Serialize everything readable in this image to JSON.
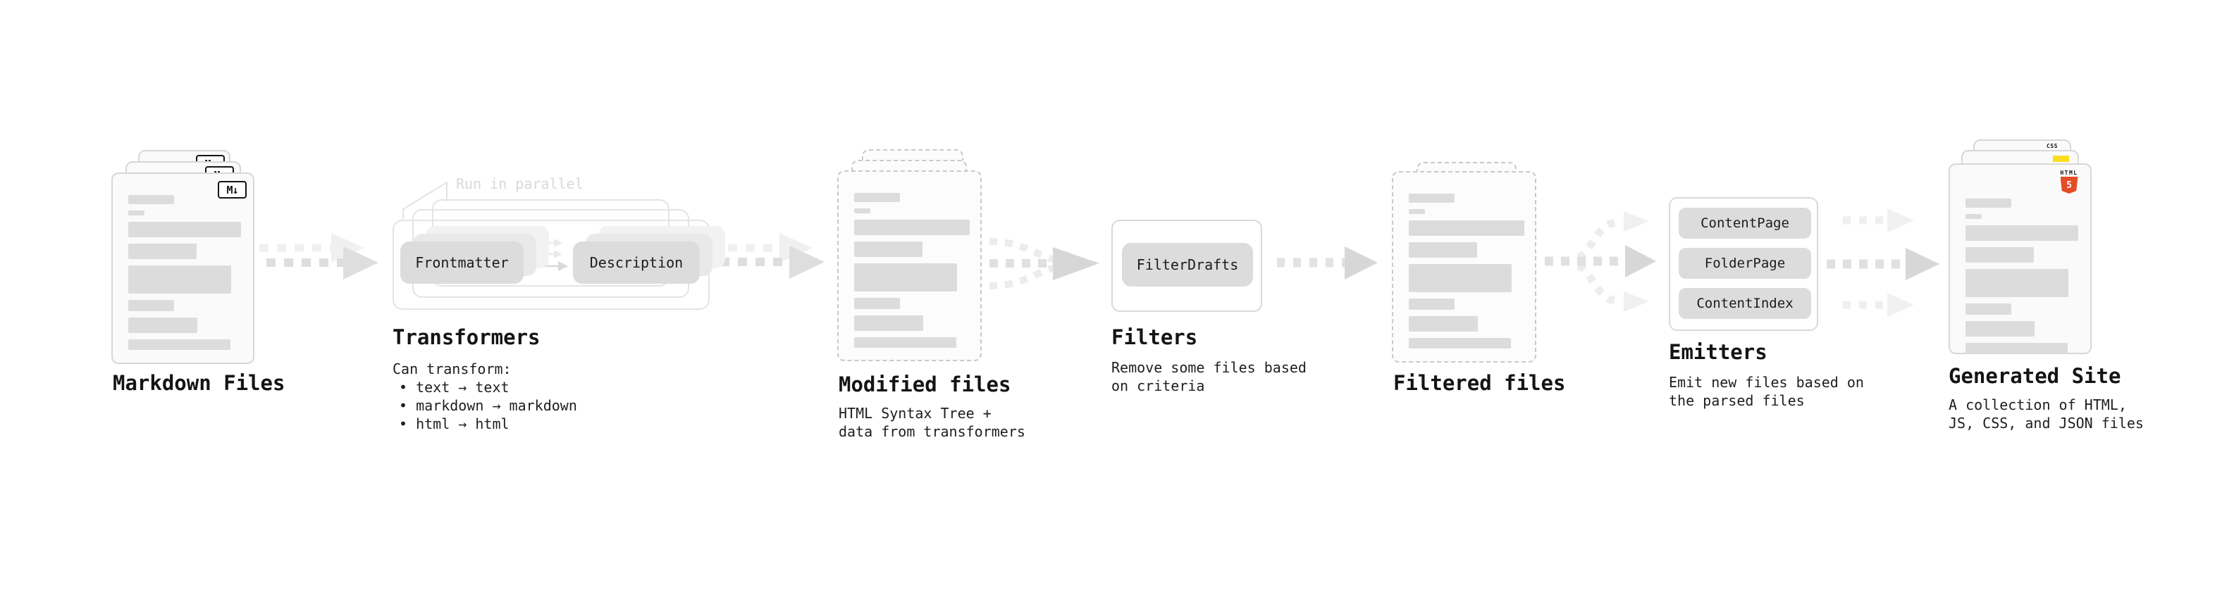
{
  "diagram": {
    "stages": {
      "markdown_files": {
        "label": "Markdown Files",
        "icon_text": "M↓"
      },
      "transformers": {
        "label": "Transformers",
        "note": "Run in parallel",
        "desc_title": "Can transform:",
        "bullets": [
          "• text → text",
          "• markdown → markdown",
          "• html → html"
        ],
        "pills": [
          "Frontmatter",
          "Description"
        ]
      },
      "modified_files": {
        "label": "Modified files",
        "desc": [
          "HTML Syntax Tree +",
          "data from transformers"
        ]
      },
      "filters": {
        "label": "Filters",
        "pill": "FilterDrafts",
        "desc": [
          "Remove some files based",
          "on criteria"
        ]
      },
      "filtered_files": {
        "label": "Filtered files"
      },
      "emitters": {
        "label": "Emitters",
        "pills": [
          "ContentPage",
          "FolderPage",
          "ContentIndex"
        ],
        "desc": [
          "Emit new files based on",
          "the parsed files"
        ]
      },
      "generated_site": {
        "label": "Generated Site",
        "desc": [
          "A collection of HTML,",
          "JS, CSS, and JSON files"
        ],
        "badges": {
          "css_word": "CSS",
          "html_word": "HTML",
          "html_number": "5"
        }
      }
    },
    "colors": {
      "html5_orange": "#e44d26",
      "js_yellow": "#f7df1e",
      "css_blue": "#2b66e8",
      "pill_gray": "#dcdcdc",
      "bar_gray": "#dcdcdc",
      "arrow_gray": "#d9d9d9",
      "arrow_faded": "#efefef"
    }
  }
}
